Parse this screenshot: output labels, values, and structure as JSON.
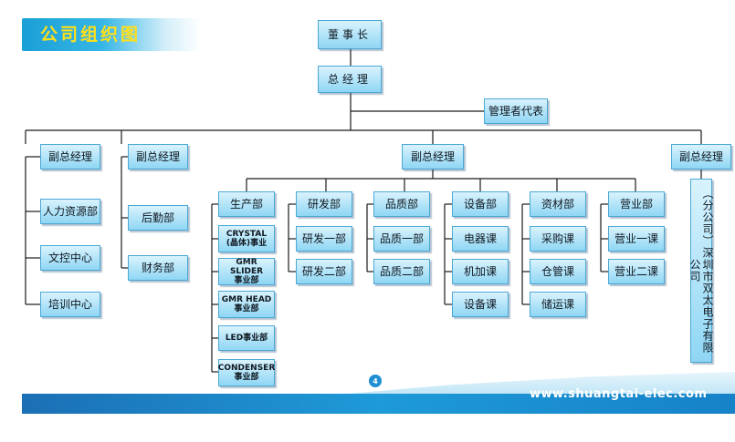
{
  "title": "公司组织图",
  "page_number": "4",
  "website": "www.shuangtai-elec.com",
  "colors": {
    "box_top": "#d9f3fd",
    "box_bottom": "#8fd6f4",
    "border": "#4aa8d6",
    "title_text": "#ffe01a",
    "footer": "#1e9ad8"
  },
  "org": {
    "chairman": "董事长",
    "general_manager": "总经理",
    "management_rep": "管理者代表",
    "vp1": {
      "label": "副总经理",
      "depts": [
        "人力资源部",
        "文控中心",
        "培训中心"
      ]
    },
    "vp2": {
      "label": "副总经理",
      "depts": [
        "后勤部",
        "财务部"
      ]
    },
    "vp3": {
      "label": "副总经理",
      "production": {
        "label": "生产部",
        "units": [
          "CRYSTAL\n(晶体)事业",
          "GMR SLIDER\n事业部",
          "GMR HEAD\n事业部",
          "LED事业部",
          "CONDENSER\n事业部"
        ]
      },
      "rd": {
        "label": "研发部",
        "units": [
          "研发一部",
          "研发二部"
        ]
      },
      "quality": {
        "label": "品质部",
        "units": [
          "品质一部",
          "品质二部"
        ]
      },
      "equipment": {
        "label": "设备部",
        "units": [
          "电器课",
          "机加课",
          "设备课"
        ]
      },
      "materials": {
        "label": "资材部",
        "units": [
          "采购课",
          "仓管课",
          "储运课"
        ]
      },
      "sales": {
        "label": "营业部",
        "units": [
          "营业一课",
          "营业二课"
        ]
      }
    },
    "vp4": {
      "label": "副总经理",
      "branch": "（分公司）深圳市双太电子有限公司"
    }
  }
}
